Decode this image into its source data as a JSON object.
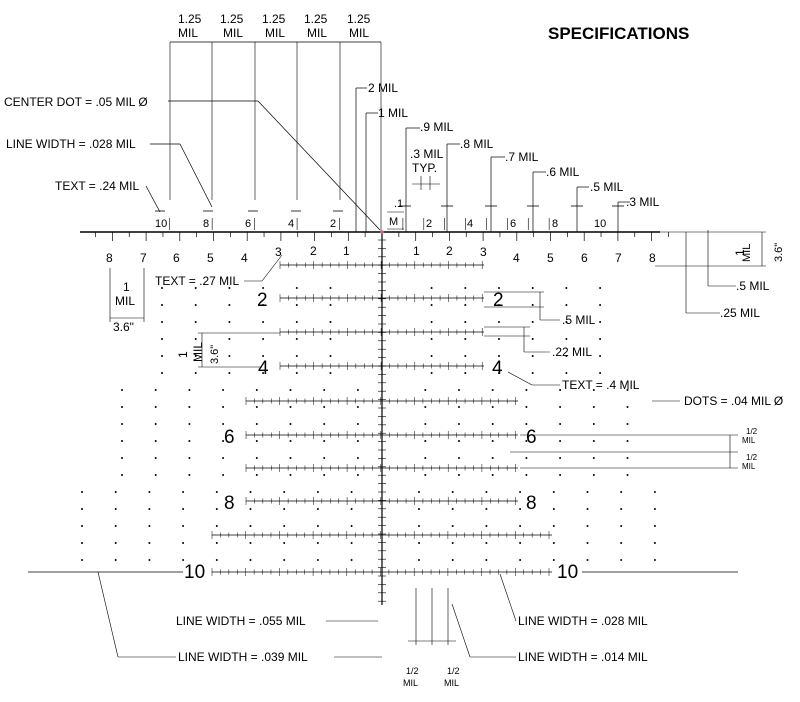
{
  "title": "SPECIFICATIONS",
  "top_spacing": {
    "value": "1.25",
    "unit": "MIL",
    "count": 5
  },
  "callouts": {
    "center_dot": "CENTER DOT = .05 MIL Ø",
    "line_width_028_top": "LINE WIDTH = .028 MIL",
    "text_24": "TEXT = .24 MIL",
    "text_27": "TEXT = .27 MIL",
    "text_4": "TEXT = .4 MIL",
    "dots": "DOTS = .04 MIL Ø",
    "lw_055": "LINE WIDTH = .055 MIL",
    "lw_039": "LINE WIDTH = .039 MIL",
    "lw_028_bottom": "LINE WIDTH = .028 MIL",
    "lw_014": "LINE WIDTH = .014 MIL",
    "typ": "TYP.",
    "m": "M"
  },
  "stadia_heights": [
    {
      "value": "2 MIL"
    },
    {
      "value": "1 MIL"
    },
    {
      "value": ".9 MIL"
    },
    {
      "value": ".8 MIL"
    },
    {
      "value": ".7 MIL"
    },
    {
      "value": ".6 MIL"
    },
    {
      "value": ".5 MIL"
    },
    {
      "value": ".3 MIL"
    }
  ],
  "small_dims": {
    "three_mil": ".3 MIL",
    "one": ".1",
    "five_mil": ".5 MIL",
    "quarter_mil": ".25 MIL",
    "five_mil_right": ".5 MIL",
    "twentytwo_mil": ".22 MIL",
    "one_mil": "1",
    "mil": "MIL",
    "three_six": "3.6\"",
    "half": "1/2",
    "half_mil": "MIL"
  },
  "upper_scale_labels": [
    "10",
    "8",
    "6",
    "4",
    "2",
    "2",
    "4",
    "6",
    "8",
    "10"
  ],
  "horizontal_numbers_left": [
    "8",
    "7",
    "6",
    "5",
    "4",
    "3",
    "2",
    "1"
  ],
  "horizontal_numbers_right": [
    "1",
    "2",
    "3",
    "4",
    "5",
    "6",
    "7",
    "8"
  ],
  "vertical_labels": [
    "2",
    "4",
    "6",
    "8",
    "10"
  ]
}
